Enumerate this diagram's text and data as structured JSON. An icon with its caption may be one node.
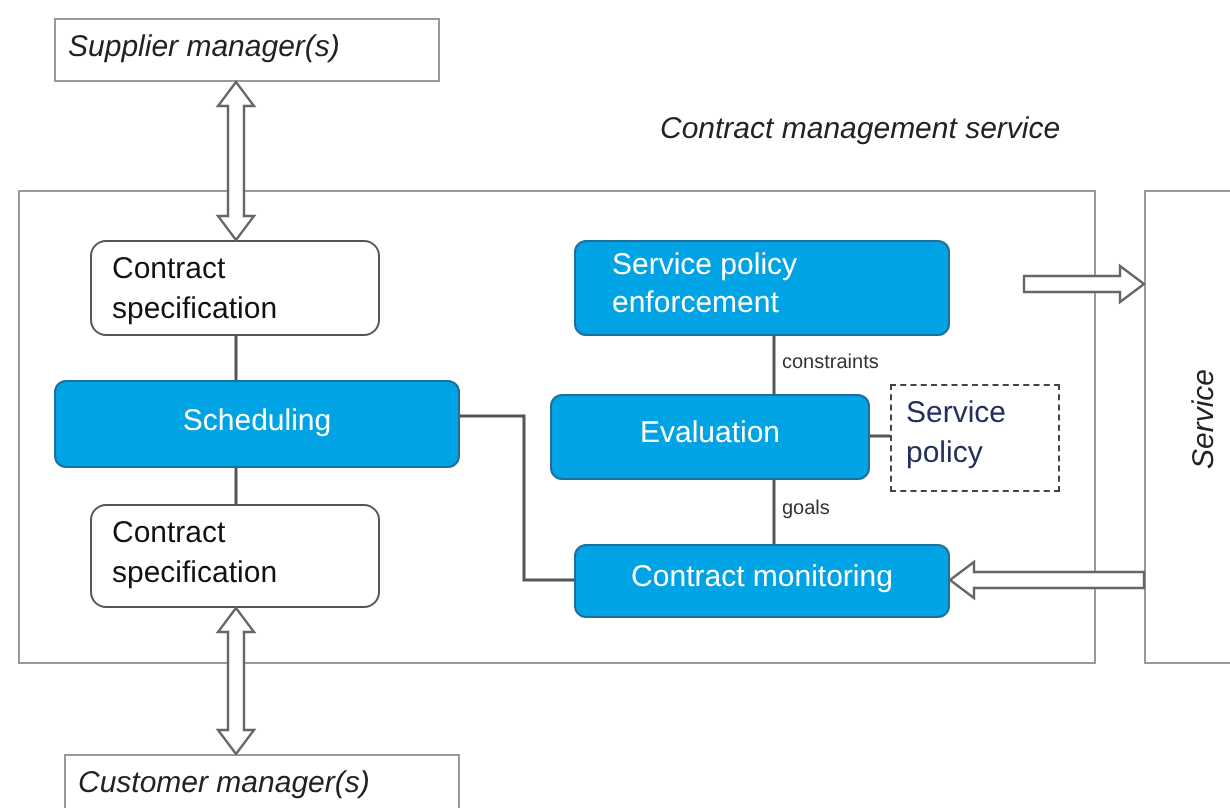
{
  "diagram": {
    "nodes": [
      {
        "text": [
          "Supplier manager(s)"
        ]
      },
      {
        "text": [
          "Contract management service"
        ]
      },
      {
        "text": [
          "Contract specification"
        ],
        "in": 1
      },
      {
        "text": [
          "Service policy enforcement"
        ],
        "in": 1
      },
      {
        "text": [
          "Scheduling"
        ],
        "in": 1
      },
      {
        "text": [
          "Evaluation"
        ],
        "in": 1
      },
      {
        "text": [
          "Service policy"
        ],
        "in": 1
      },
      {
        "text": [
          "Contract specification"
        ],
        "in": 1
      },
      {
        "text": [
          "Contract monitoring"
        ],
        "in": 1
      },
      {
        "text": [
          "Service"
        ]
      },
      {
        "text": [
          "Customer manager(s)"
        ]
      }
    ],
    "edges": [
      {
        "from": 0,
        "to": 2,
        "arrow": "both",
        "style": "thick"
      },
      {
        "from": 2,
        "to": 4,
        "arrow": "none"
      },
      {
        "from": 4,
        "to": 7,
        "arrow": "none"
      },
      {
        "from": 4,
        "to": 8,
        "arrow": "none"
      },
      {
        "from": 3,
        "to": 5,
        "arrow": "none",
        "label": "constraints"
      },
      {
        "from": 5,
        "to": 6,
        "arrow": "none"
      },
      {
        "from": 5,
        "to": 8,
        "arrow": "none",
        "label": "goals"
      },
      {
        "from": 7,
        "to": 10,
        "arrow": "both",
        "style": "thick"
      },
      {
        "from": null,
        "to": 9,
        "arrow": "to",
        "style": "thick"
      },
      {
        "from": 9,
        "to": 8,
        "arrow": "to",
        "style": "thick"
      }
    ]
  }
}
